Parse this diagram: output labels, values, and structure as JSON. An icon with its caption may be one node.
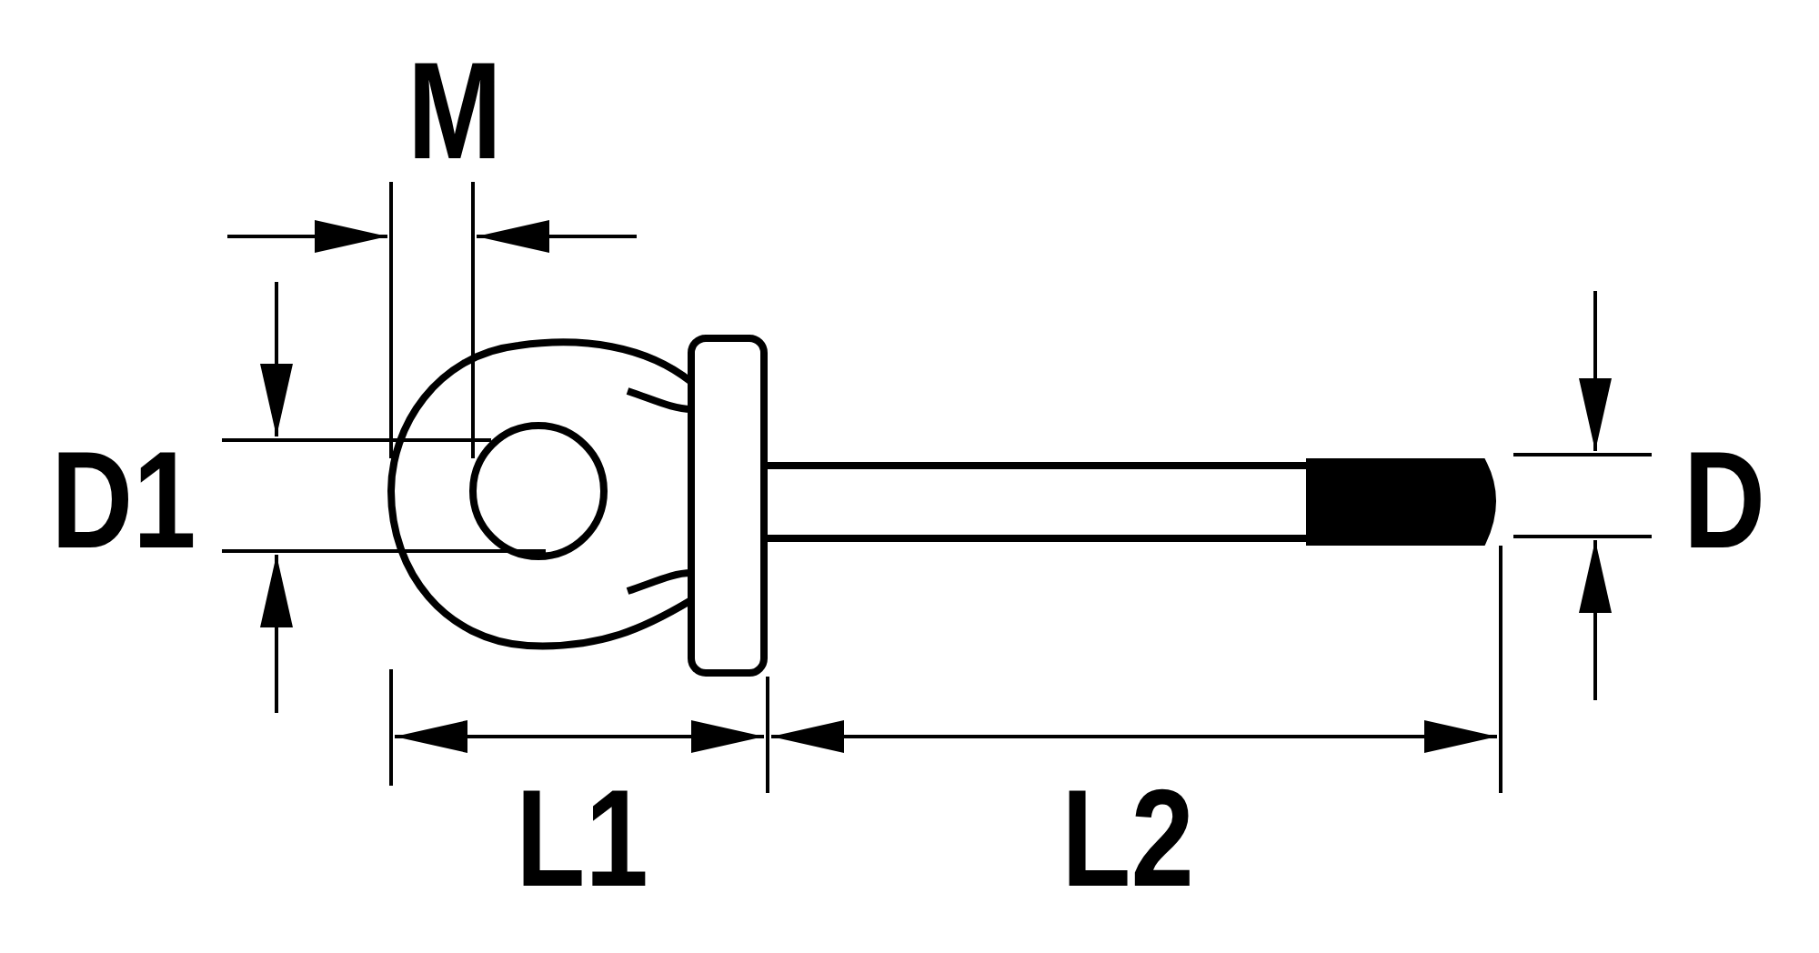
{
  "diagram": {
    "labels": [
      "M",
      "D1",
      "D",
      "L1",
      "L2"
    ]
  }
}
